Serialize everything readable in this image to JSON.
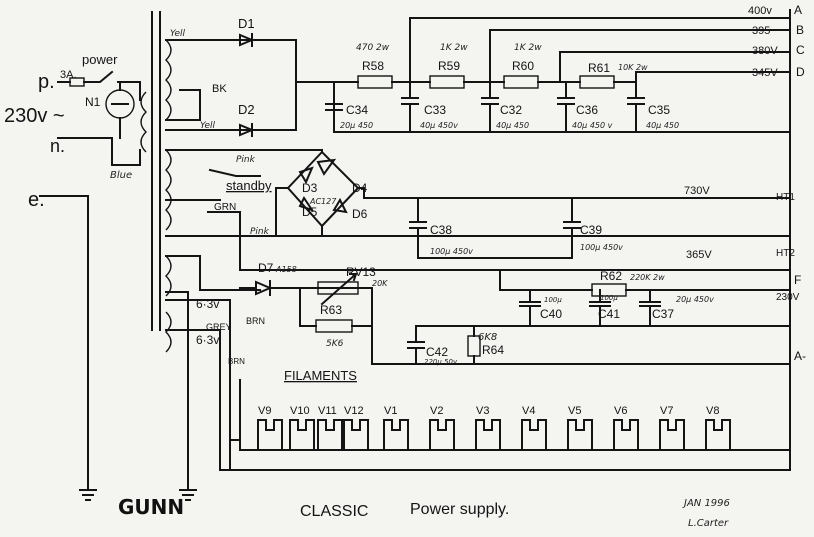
{
  "mains": {
    "p": "p.",
    "n": "n.",
    "e": "e.",
    "voltage": "230v ~",
    "fuse": "3A.",
    "switch": "power",
    "neon": "N1",
    "wire_blue": "Blue"
  },
  "transformer": {
    "taps": [
      "Yell",
      "Yell",
      "BK",
      "Pink",
      "GRN",
      "Pink",
      "6·3v",
      "6·3v",
      "GREY",
      "BRN",
      "BRN"
    ]
  },
  "standby": "standby",
  "diodes": {
    "d1": "D1",
    "d2": "D2",
    "d3": "D3",
    "d4": "D4",
    "d5": "D5",
    "d6": "D6",
    "d7": "D7",
    "bridge": "AC127",
    "d7_part": "A158"
  },
  "resistors": {
    "r58": {
      "label": "R58",
      "value": "470 2w"
    },
    "r59": {
      "label": "R59",
      "value": "1K 2w"
    },
    "r60": {
      "label": "R60",
      "value": "1K 2w"
    },
    "r61": {
      "label": "R61",
      "value": "10K 2w"
    },
    "r62": {
      "label": "R62",
      "value": "220K 2w"
    },
    "r63": {
      "label": "R63",
      "value": "5K6"
    },
    "r64": {
      "label": "R64",
      "value": "6K8"
    },
    "rv13": {
      "label": "RV13",
      "value": "20K"
    }
  },
  "capacitors": {
    "c34": {
      "label": "C34",
      "value": "20μ 450"
    },
    "c33": {
      "label": "C33",
      "value": "40μ 450v"
    },
    "c32": {
      "label": "C32",
      "value": "40μ 450"
    },
    "c36": {
      "label": "C36",
      "value": "40μ 450 v"
    },
    "c35": {
      "label": "C35",
      "value": "40μ 450"
    },
    "c38": {
      "label": "C38",
      "value": "100μ 450v"
    },
    "c39": {
      "label": "C39",
      "value": "100μ 450v"
    },
    "c40": {
      "label": "C40",
      "value": "100μ"
    },
    "c41": {
      "label": "C41",
      "value": "100μ"
    },
    "c37": {
      "label": "C37",
      "value": "20μ 450v"
    },
    "c42": {
      "label": "C42",
      "value": "220μ 50v"
    }
  },
  "outputs": {
    "a": {
      "volts": "400v",
      "letter": "A"
    },
    "b": {
      "volts": "395",
      "letter": "B"
    },
    "c": {
      "volts": "380V",
      "letter": "C"
    },
    "d": {
      "volts": "345V",
      "letter": "D"
    },
    "ht1": {
      "volts": "730V",
      "letter": "HT1"
    },
    "ht2": {
      "volts": "365V",
      "letter": "HT2"
    },
    "f": {
      "volts": "230V",
      "letter": "F"
    },
    "neg": {
      "letter": "A-"
    }
  },
  "filaments": {
    "title": "FILAMENTS",
    "valves": [
      "V9",
      "V10",
      "V11",
      "V12",
      "V1",
      "V2",
      "V3",
      "V4",
      "V5",
      "V6",
      "V7",
      "V8"
    ]
  },
  "footer": {
    "brand": "GUNN",
    "model": "CLASSIC",
    "title": "Power supply.",
    "date": "JAN 1996",
    "author": "L.Carter"
  }
}
